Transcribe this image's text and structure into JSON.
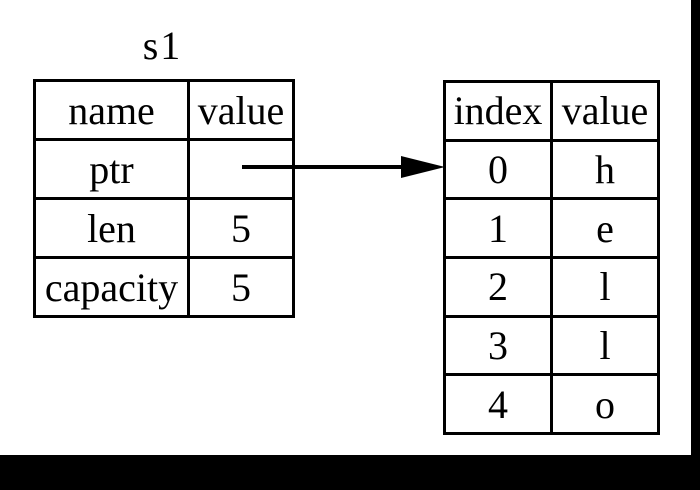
{
  "colors": {
    "background": "#ffffff",
    "text": "#000000",
    "line": "#000000",
    "frame": "#000000"
  },
  "diagram": {
    "title": "s1",
    "stack_table": {
      "headers": [
        "name",
        "value"
      ],
      "rows": [
        {
          "name": "ptr",
          "value": ""
        },
        {
          "name": "len",
          "value": "5"
        },
        {
          "name": "capacity",
          "value": "5"
        }
      ]
    },
    "heap_table": {
      "headers": [
        "index",
        "value"
      ],
      "rows": [
        {
          "index": "0",
          "value": "h"
        },
        {
          "index": "1",
          "value": "e"
        },
        {
          "index": "2",
          "value": "l"
        },
        {
          "index": "3",
          "value": "l"
        },
        {
          "index": "4",
          "value": "o"
        }
      ]
    },
    "arrow": {
      "from": "ptr",
      "to": "index 0"
    }
  }
}
